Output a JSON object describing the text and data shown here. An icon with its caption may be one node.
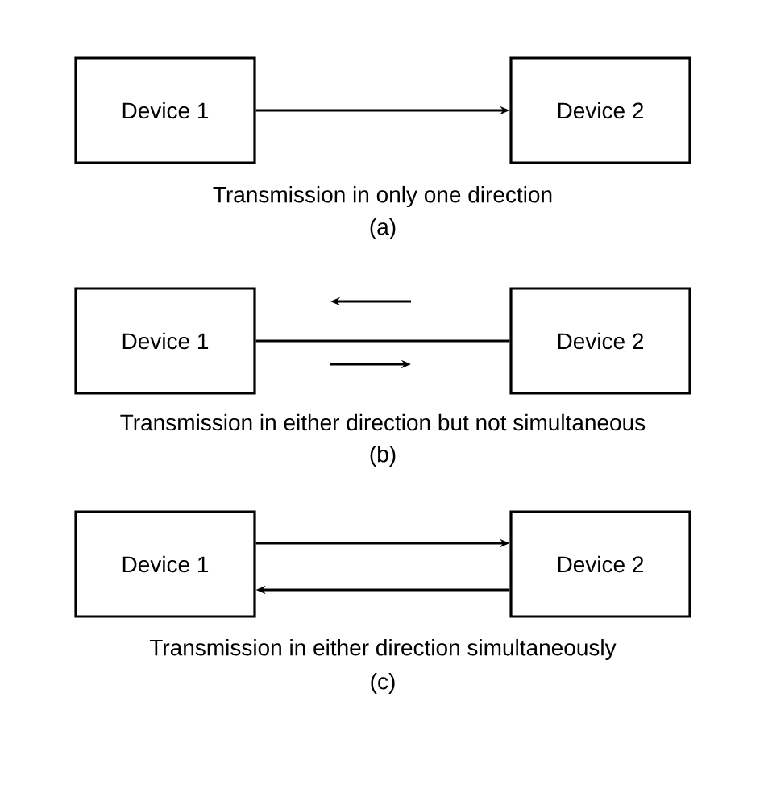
{
  "diagram": {
    "nodes": [
      {
        "text": [
          "Device 1"
        ]
      },
      {
        "text": [
          "Device 2"
        ]
      },
      {
        "text": [
          "Device 1"
        ]
      },
      {
        "text": [
          "Device 2"
        ]
      },
      {
        "text": [
          "Device 1"
        ]
      },
      {
        "text": [
          "Device 2"
        ]
      }
    ],
    "edges": [
      {
        "from": 0,
        "to": 1,
        "arrow": "to"
      },
      {
        "from": 2,
        "to": 3,
        "arrow": "none"
      },
      {
        "from": 4,
        "to": 5,
        "arrow": "to"
      },
      {
        "from": 5,
        "to": 4,
        "arrow": "to"
      }
    ],
    "labels": [
      "Transmission in only one direction",
      "(a)",
      "Transmission in either direction but not simultaneous",
      "(b)",
      "Transmission in either direction simultaneously",
      "(c)"
    ]
  }
}
